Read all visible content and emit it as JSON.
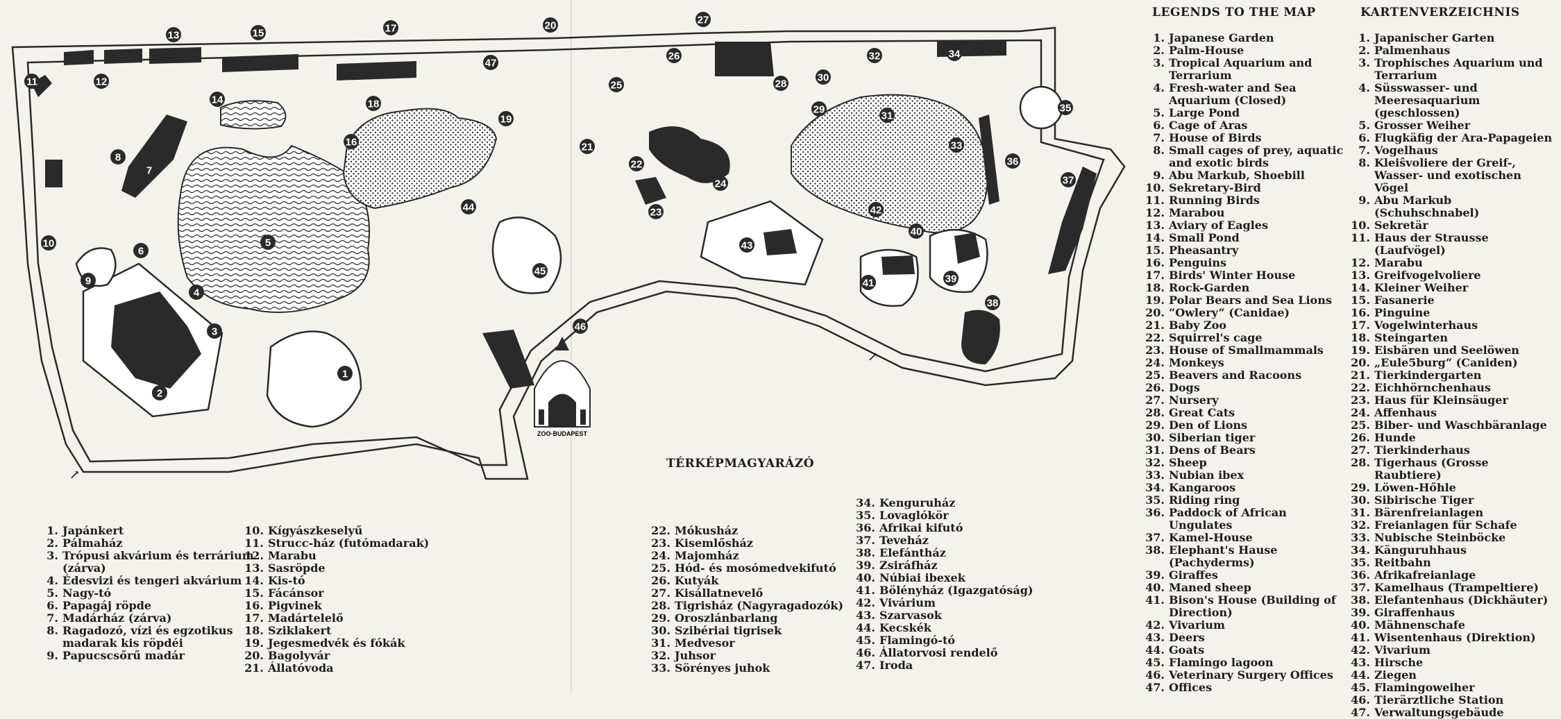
{
  "logo": {
    "text": "ZOO·BUDAPEST"
  },
  "hungarian_title": "TÉRKÉPMAGYARÁZÓ",
  "english_title": "LEGENDS TO THE MAP",
  "german_title": "KARTENVERZEICHNIS",
  "hungarian_legend": [
    {
      "n": "1.",
      "t": "Japánkert"
    },
    {
      "n": "2.",
      "t": "Pálmaház"
    },
    {
      "n": "3.",
      "t": "Trópusi akvárium és terrárium (zárva)"
    },
    {
      "n": "4.",
      "t": "Édesvizi és tengeri akvárium"
    },
    {
      "n": "5.",
      "t": "Nagy-tó"
    },
    {
      "n": "6.",
      "t": "Papagáj röpde"
    },
    {
      "n": "7.",
      "t": "Madárház (zárva)"
    },
    {
      "n": "8.",
      "t": "Ragadozó, vízi és egzotikus madarak kis röpdéi"
    },
    {
      "n": "9.",
      "t": "Papucscsőrű madár"
    },
    {
      "n": "10.",
      "t": "Kígyászkeselyű"
    },
    {
      "n": "11.",
      "t": "Strucc-ház (futómadarak)"
    },
    {
      "n": "12.",
      "t": "Marabu"
    },
    {
      "n": "13.",
      "t": "Sasröpde"
    },
    {
      "n": "14.",
      "t": "Kis-tó"
    },
    {
      "n": "15.",
      "t": "Fácánsor"
    },
    {
      "n": "16.",
      "t": "Pigvinek"
    },
    {
      "n": "17.",
      "t": "Madártelelő"
    },
    {
      "n": "18.",
      "t": "Sziklakert"
    },
    {
      "n": "19.",
      "t": "Jegesmedvék és fókák"
    },
    {
      "n": "20.",
      "t": "Bagolyvár"
    },
    {
      "n": "21.",
      "t": "Állatóvoda"
    },
    {
      "n": "22.",
      "t": "Mókusház"
    },
    {
      "n": "23.",
      "t": "Kisemlősház"
    },
    {
      "n": "24.",
      "t": "Majomház"
    },
    {
      "n": "25.",
      "t": "Hód- és mosómedvekifutó"
    },
    {
      "n": "26.",
      "t": "Kutyák"
    },
    {
      "n": "27.",
      "t": "Kisállatnevelő"
    },
    {
      "n": "28.",
      "t": "Tigrisház (Nagyragadozók)"
    },
    {
      "n": "29.",
      "t": "Oroszlánbarlang"
    },
    {
      "n": "30.",
      "t": "Szibériai tigrisek"
    },
    {
      "n": "31.",
      "t": "Medvesor"
    },
    {
      "n": "32.",
      "t": "Juhsor"
    },
    {
      "n": "33.",
      "t": "Sörényes juhok"
    },
    {
      "n": "34.",
      "t": "Kenguruház"
    },
    {
      "n": "35.",
      "t": "Lovaglókör"
    },
    {
      "n": "36.",
      "t": "Afrikai kifutó"
    },
    {
      "n": "37.",
      "t": "Teveház"
    },
    {
      "n": "38.",
      "t": "Elefántház"
    },
    {
      "n": "39.",
      "t": "Zsiráfház"
    },
    {
      "n": "40.",
      "t": "Núbiai ibexek"
    },
    {
      "n": "41.",
      "t": "Bölényház (Igazgatóság)"
    },
    {
      "n": "42.",
      "t": "Vivárium"
    },
    {
      "n": "43.",
      "t": "Szarvasok"
    },
    {
      "n": "44.",
      "t": "Kecskék"
    },
    {
      "n": "45.",
      "t": "Flamingó-tó"
    },
    {
      "n": "46.",
      "t": "Állatorvosi rendelő"
    },
    {
      "n": "47.",
      "t": "Iroda"
    }
  ],
  "english_legend": [
    {
      "n": "1.",
      "t": "Japanese Garden"
    },
    {
      "n": "2.",
      "t": "Palm-House"
    },
    {
      "n": "3.",
      "t": "Tropical Aquarium and Terrarium"
    },
    {
      "n": "4.",
      "t": "Fresh-water and Sea Aquarium (Closed)"
    },
    {
      "n": "5.",
      "t": "Large Pond"
    },
    {
      "n": "6.",
      "t": "Cage of Aras"
    },
    {
      "n": "7.",
      "t": "House of Birds"
    },
    {
      "n": "8.",
      "t": "Small cages of prey, aquatic and exotic birds"
    },
    {
      "n": "9.",
      "t": "Abu Markub, Shoebill"
    },
    {
      "n": "10.",
      "t": "Sekretary-Bird"
    },
    {
      "n": "11.",
      "t": "Running Birds"
    },
    {
      "n": "12.",
      "t": "Marabou"
    },
    {
      "n": "13.",
      "t": "Aviary of Eagles"
    },
    {
      "n": "14.",
      "t": "Small Pond"
    },
    {
      "n": "15.",
      "t": "Pheasantry"
    },
    {
      "n": "16.",
      "t": "Penguins"
    },
    {
      "n": "17.",
      "t": "Birds' Winter House"
    },
    {
      "n": "18.",
      "t": "Rock-Garden"
    },
    {
      "n": "19.",
      "t": "Polar Bears and Sea Lions"
    },
    {
      "n": "20.",
      "t": "“Owlery“ (Canidae)"
    },
    {
      "n": "21.",
      "t": "Baby Zoo"
    },
    {
      "n": "22.",
      "t": "Squirrel's cage"
    },
    {
      "n": "23.",
      "t": "House of Smallmammals"
    },
    {
      "n": "24.",
      "t": "Monkeys"
    },
    {
      "n": "25.",
      "t": "Beavers and Racoons"
    },
    {
      "n": "26.",
      "t": "Dogs"
    },
    {
      "n": "27.",
      "t": "Nursery"
    },
    {
      "n": "28.",
      "t": "Great Cats"
    },
    {
      "n": "29.",
      "t": "Den of Lions"
    },
    {
      "n": "30.",
      "t": "Siberian tiger"
    },
    {
      "n": "31.",
      "t": "Dens of Bears"
    },
    {
      "n": "32.",
      "t": "Sheep"
    },
    {
      "n": "33.",
      "t": "Nubian ibex"
    },
    {
      "n": "34.",
      "t": "Kangaroos"
    },
    {
      "n": "35.",
      "t": "Riding ring"
    },
    {
      "n": "36.",
      "t": "Paddock of African Ungulates"
    },
    {
      "n": "37.",
      "t": "Kamel-House"
    },
    {
      "n": "38.",
      "t": "Elephant's Hause (Pachyderms)"
    },
    {
      "n": "39.",
      "t": "Giraffes"
    },
    {
      "n": "40.",
      "t": "Maned sheep"
    },
    {
      "n": "41.",
      "t": "Bison's House (Building of Direction)"
    },
    {
      "n": "42.",
      "t": "Vivarium"
    },
    {
      "n": "43.",
      "t": "Deers"
    },
    {
      "n": "44.",
      "t": "Goats"
    },
    {
      "n": "45.",
      "t": "Flamingo lagoon"
    },
    {
      "n": "46.",
      "t": "Veterinary Surgery Offices"
    },
    {
      "n": "47.",
      "t": "Offices"
    }
  ],
  "german_legend": [
    {
      "n": "1.",
      "t": "Japanischer Garten"
    },
    {
      "n": "2.",
      "t": "Palmenhaus"
    },
    {
      "n": "3.",
      "t": "Trophisches Aquarium und Terrarium"
    },
    {
      "n": "4.",
      "t": "Süsswasser- und Meeresaquarium (geschlossen)"
    },
    {
      "n": "5.",
      "t": "Grosser Weiher"
    },
    {
      "n": "6.",
      "t": "Flugkäfig der Ara-Papageien"
    },
    {
      "n": "7.",
      "t": "Vogelhaus"
    },
    {
      "n": "8.",
      "t": "Kleiŝvoliere der Greif-, Wasser- und exotischen Vögel"
    },
    {
      "n": "9.",
      "t": "Abu Markub (Schuhschnabel)"
    },
    {
      "n": "10.",
      "t": "Sekretär"
    },
    {
      "n": "11.",
      "t": "Haus der Strausse (Laufvögel)"
    },
    {
      "n": "12.",
      "t": "Marabu"
    },
    {
      "n": "13.",
      "t": "Greifvogelvoliere"
    },
    {
      "n": "14.",
      "t": "Kleiner Weiher"
    },
    {
      "n": "15.",
      "t": "Fasanerie"
    },
    {
      "n": "16.",
      "t": "Pinguine"
    },
    {
      "n": "17.",
      "t": "Vogelwinterhaus"
    },
    {
      "n": "18.",
      "t": "Steingarten"
    },
    {
      "n": "19.",
      "t": "Eisbären und Seelöwen"
    },
    {
      "n": "20.",
      "t": "„Eule5burg“ (Caniden)"
    },
    {
      "n": "21.",
      "t": "Tierkindergarten"
    },
    {
      "n": "22.",
      "t": "Eichhörnchenhaus"
    },
    {
      "n": "23.",
      "t": "Haus für Kleinsäuger"
    },
    {
      "n": "24.",
      "t": "Affenhaus"
    },
    {
      "n": "25.",
      "t": "Biber- und Waschbäranlage"
    },
    {
      "n": "26.",
      "t": "Hunde"
    },
    {
      "n": "27.",
      "t": "Tierkinderhaus"
    },
    {
      "n": "28.",
      "t": "Tigerhaus (Grosse Raubtiere)"
    },
    {
      "n": "29.",
      "t": "Löwen-Hőhle"
    },
    {
      "n": "30.",
      "t": "Sibirische Tiger"
    },
    {
      "n": "31.",
      "t": "Bärenfreianlagen"
    },
    {
      "n": "32.",
      "t": "Freianlagen für Schafe"
    },
    {
      "n": "33.",
      "t": "Nubische Steinböcke"
    },
    {
      "n": "34.",
      "t": "Känguruhhaus"
    },
    {
      "n": "35.",
      "t": "Reitbahn"
    },
    {
      "n": "36.",
      "t": "Afrikafreianlage"
    },
    {
      "n": "37.",
      "t": "Kamelhaus (Trampeltiere)"
    },
    {
      "n": "38.",
      "t": "Elefantenhaus (Dickhäuter)"
    },
    {
      "n": "39.",
      "t": "Giraffenhaus"
    },
    {
      "n": "40.",
      "t": "Mähnenschafe"
    },
    {
      "n": "41.",
      "t": "Wisentenhaus (Direktion)"
    },
    {
      "n": "42.",
      "t": "Vivarium"
    },
    {
      "n": "43.",
      "t": "Hirsche"
    },
    {
      "n": "44.",
      "t": "Ziegen"
    },
    {
      "n": "45.",
      "t": "Flamingoweiher"
    },
    {
      "n": "46.",
      "t": "Tierärztliche Station"
    },
    {
      "n": "47.",
      "t": "Verwaltungsgebäude"
    }
  ]
}
